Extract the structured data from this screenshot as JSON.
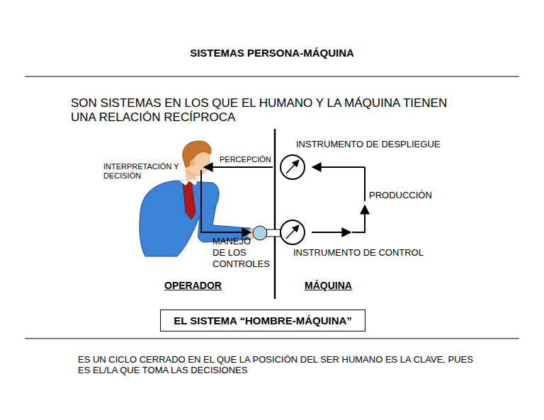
{
  "diagram": {
    "title": "SISTEMAS PERSONA-MÁQUINA",
    "caption": "ES UN CICLO CERRADO EN EL QUE LA POSICIÓN DEL SER HUMANO ES LA CLAVE, PUES ES EL/LA QUE TOMA LAS DECISIONES",
    "nodes": [
      {
        "text": [
          "EL SISTEMA “HOMBRE-MÁQUINA”"
        ]
      }
    ],
    "labels": [
      "SON SISTEMAS EN LOS QUE EL HUMANO Y LA MÁQUINA TIENEN UNA RELACIÓN RECÍPROCA",
      "INSTRUMENTO DE DESPLIEGUE",
      "INTERPRETACIÓN Y DECISIÓN",
      "PERCEPCIÓN",
      "PRODUCCIÓN",
      "MANEJO DE LOS CONTROLES",
      "INSTRUMENTO DE CONTROL",
      "OPERADOR",
      "MÁQUINA"
    ]
  }
}
